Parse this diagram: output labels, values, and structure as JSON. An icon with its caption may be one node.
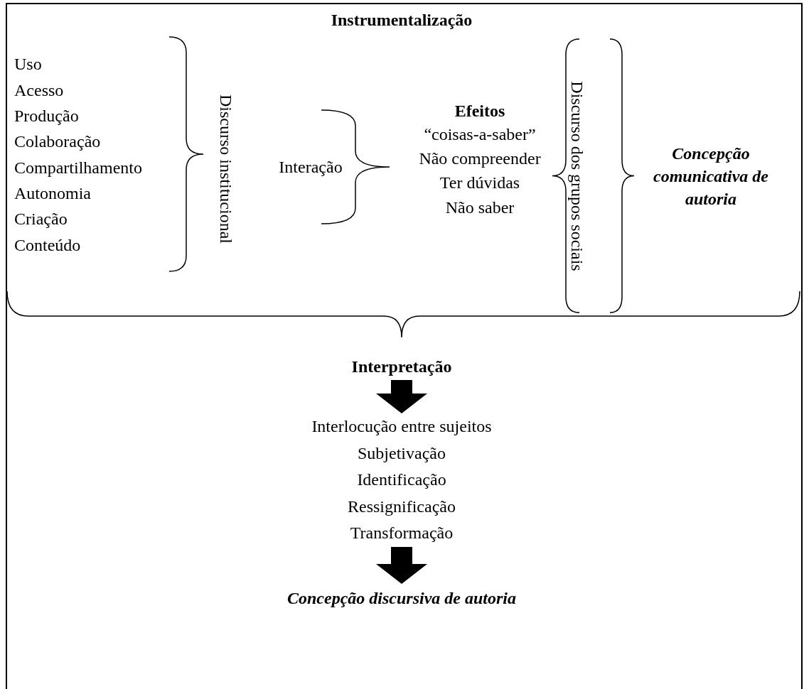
{
  "diagram": {
    "title": "Instrumentalização",
    "nodes": [
      {
        "text": [
          "Interpretação"
        ]
      },
      {
        "text": [
          "Interlocução entre sujeitos",
          "Subjetivação",
          "Identificação",
          "Ressignificação",
          "Transformação"
        ]
      },
      {
        "text": [
          "Concepção discursiva de autoria"
        ]
      }
    ],
    "edges": [
      {
        "from": 0,
        "to": 1,
        "arrow": "to"
      },
      {
        "from": 1,
        "to": 2,
        "arrow": "to"
      }
    ],
    "labels": [
      "Uso",
      "Acesso",
      "Produção",
      "Colaboração",
      "Compartilhamento",
      "Autonomia",
      "Criação",
      "Conteúdo",
      "Discurso institucional",
      "Interação",
      "Efeitos",
      "“coisas-a-saber”",
      "Não compreender",
      "Ter dúvidas",
      "Não saber",
      "Discurso dos grupos sociais",
      "Concepção comunicativa de autoria"
    ]
  }
}
